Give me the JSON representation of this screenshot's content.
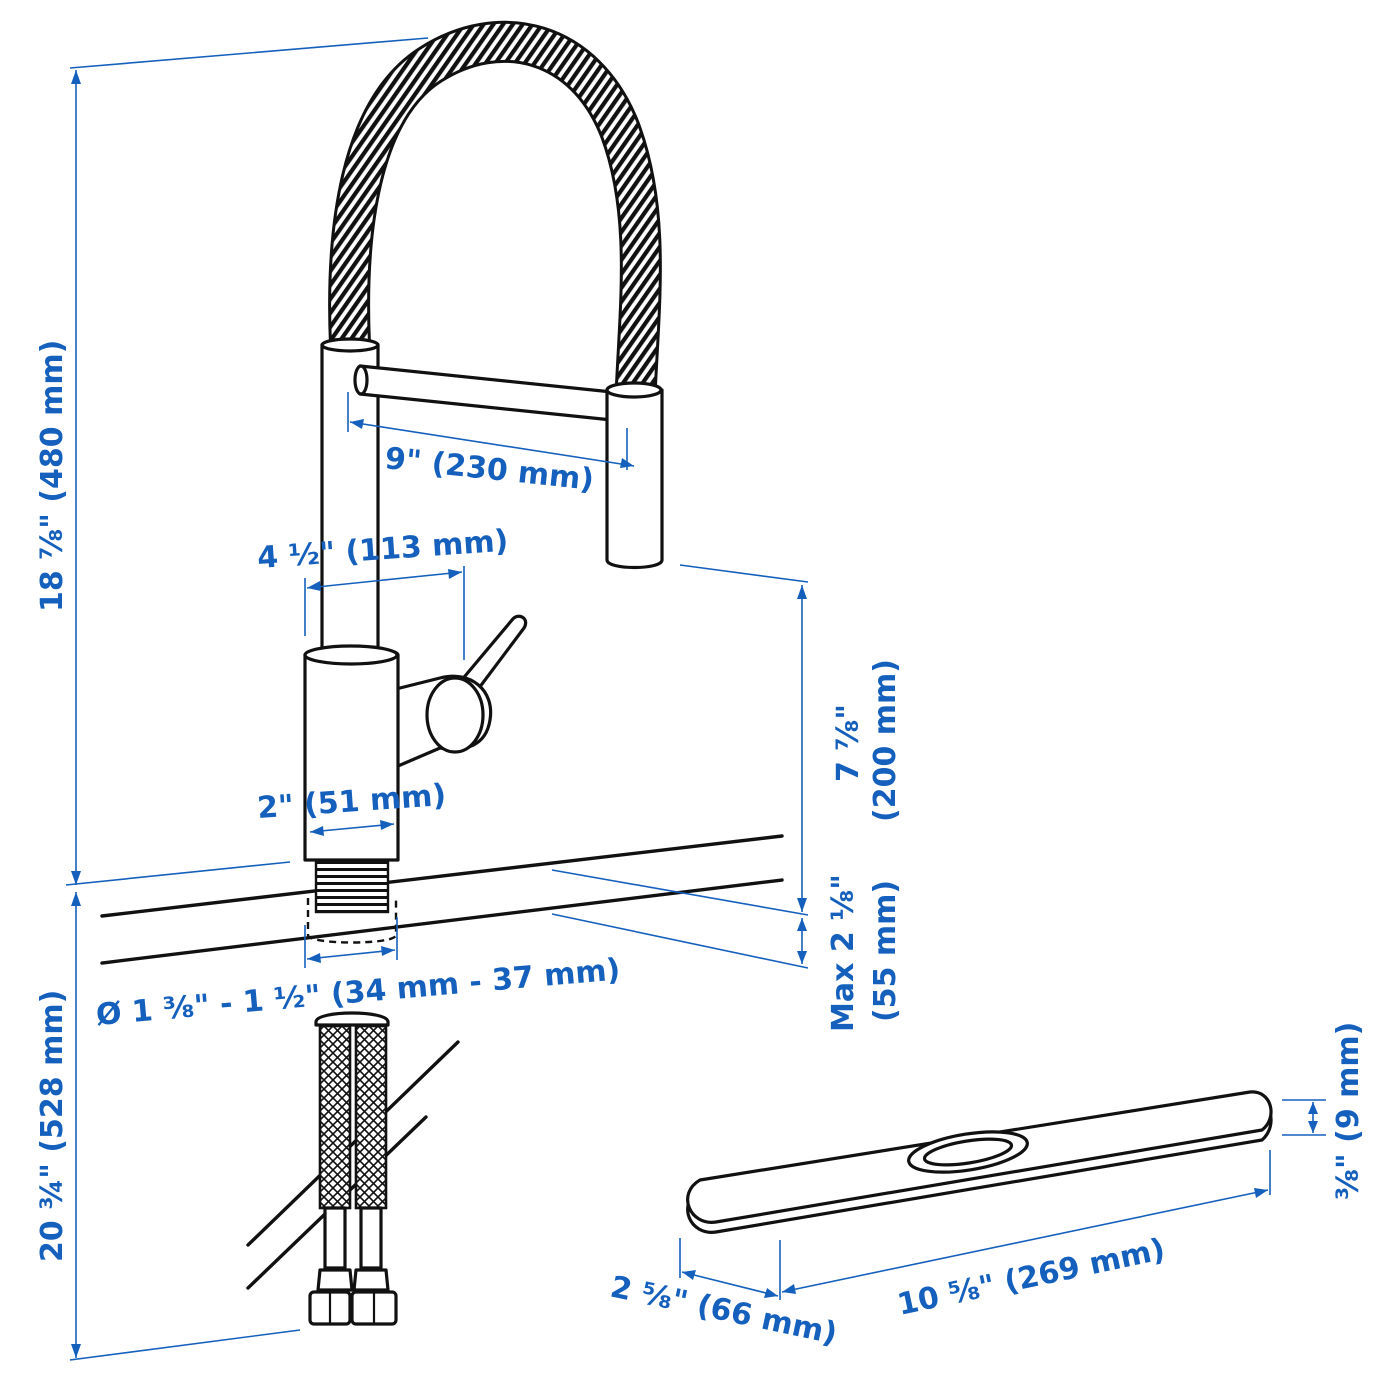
{
  "colors": {
    "dimension": "#1560bd",
    "outline": "#111111",
    "background": "#ffffff"
  },
  "dimensions": {
    "total_height_above": "18 ⅞\" (480 mm)",
    "spout_reach": "9\" (230 mm)",
    "handle_offset": "4 ½\" (113 mm)",
    "base_diameter": "2\" (51 mm)",
    "spout_clearance_inch": "7 ⅞\"",
    "spout_clearance_mm": "(200 mm)",
    "max_thickness_inch": "Max 2 ⅛\"",
    "max_thickness_mm": "(55 mm)",
    "hole_diameter": "Ø 1 ⅜\" - 1 ½\" (34 mm - 37 mm)",
    "hose_length": "20 ¾\" (528 mm)",
    "plate_height": "⅜\" (9 mm)",
    "plate_depth": "2 ⅝\" (66 mm)",
    "plate_length": "10 ⅝\" (269 mm)"
  }
}
